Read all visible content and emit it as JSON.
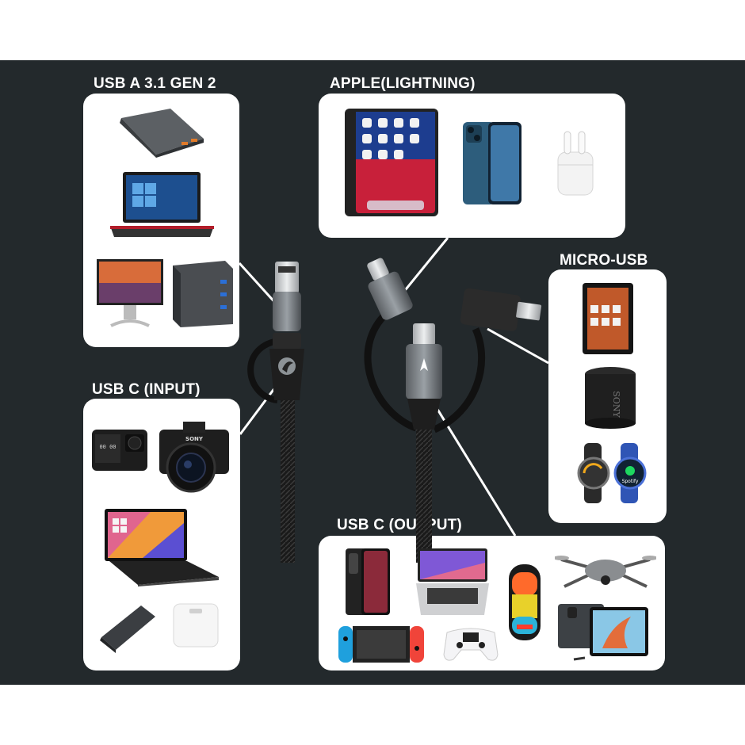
{
  "groups": {
    "usb_a": {
      "label": "USB A 3.1 GEN 2"
    },
    "apple": {
      "label": "APPLE(LIGHTNING)"
    },
    "micro_usb": {
      "label": "MICRO-USB"
    },
    "usb_c_input": {
      "label": "USB C (INPUT)"
    },
    "usb_c_output": {
      "label": "USB C (OUTPUT)"
    }
  },
  "device_text": {
    "gopro_screen": "00 00",
    "camera_brand": "SONY",
    "speaker_brand": "SONY",
    "watch_app": "Spotify"
  },
  "colors": {
    "background": "#23292c",
    "panel": "#ffffff",
    "label_text": "#ffffff",
    "connector_line": "#ffffff"
  }
}
